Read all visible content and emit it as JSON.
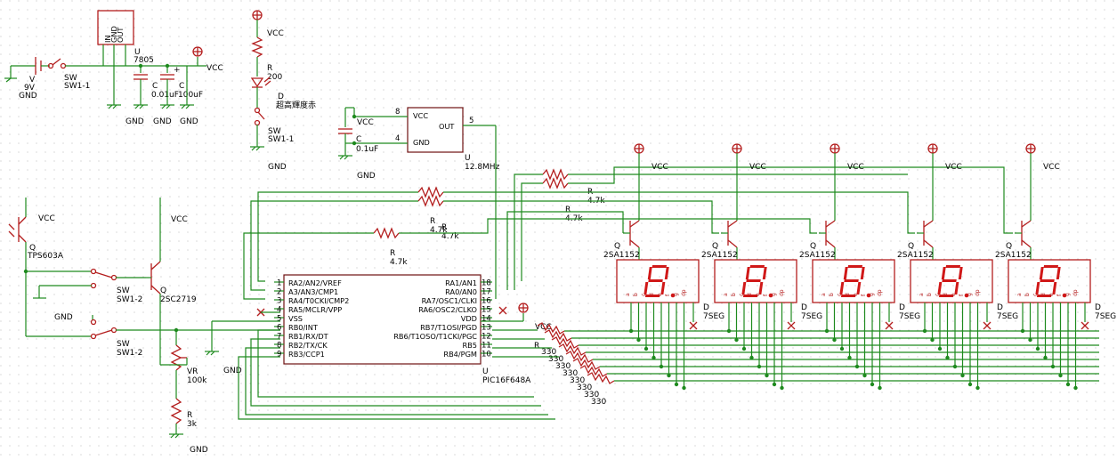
{
  "battery": {
    "ref": "V",
    "value": "9V",
    "gnd": "GND"
  },
  "sw_main": {
    "ref": "SW",
    "value": "SW1-1"
  },
  "regulator": {
    "pins": [
      "IN",
      "GND",
      "OUT"
    ],
    "ref": "U",
    "value": "7805"
  },
  "cap1": {
    "ref": "C",
    "value": "0.01uF"
  },
  "cap2": {
    "ref": "C",
    "value": "100uF"
  },
  "vcc": "VCC",
  "gnd": "GND",
  "led_chain": {
    "res_ref": "R",
    "res_value": "200",
    "led_ref": "D",
    "led_value": "超高輝度赤",
    "sw_ref": "SW",
    "sw_value": "SW1-1"
  },
  "osc": {
    "pin_vcc": "VCC",
    "pin_gnd": "GND",
    "pin_out": "OUT",
    "p8": "8",
    "p4": "4",
    "p5": "5",
    "ref": "U",
    "value": "12.8MHz",
    "cap_ref": "C",
    "cap_value": "0.1uF"
  },
  "photo": {
    "ref": "Q",
    "value": "TPS603A"
  },
  "npn": {
    "ref": "Q",
    "value": "2SC2719"
  },
  "sw12a": {
    "ref": "SW",
    "value": "SW1-2"
  },
  "sw12b": {
    "ref": "SW",
    "value": "SW1-2"
  },
  "vr": {
    "ref": "VR",
    "value": "100k"
  },
  "r3k": {
    "ref": "R",
    "value": "3k"
  },
  "base_res": [
    {
      "ref": "R",
      "value": "4.7k"
    },
    {
      "ref": "R",
      "value": "4.7k"
    },
    {
      "ref": "R",
      "value": "4.7k"
    },
    {
      "ref": "R",
      "value": "4.7k"
    },
    {
      "ref": "R",
      "value": "4.7k"
    }
  ],
  "pic": {
    "ref": "U",
    "value": "PIC16F648A",
    "left_pins": [
      {
        "num": "1",
        "name": "RA2/AN2/VREF"
      },
      {
        "num": "2",
        "name": "A3/AN3/CMP1"
      },
      {
        "num": "3",
        "name": "RA4/T0CKI/CMP2"
      },
      {
        "num": "4",
        "name": "RA5/MCLR/VPP"
      },
      {
        "num": "5",
        "name": "VSS"
      },
      {
        "num": "6",
        "name": "RB0/INT"
      },
      {
        "num": "7",
        "name": "RB1/RX/DT"
      },
      {
        "num": "8",
        "name": "RB2/TX/CK"
      },
      {
        "num": "9",
        "name": "RB3/CCP1"
      }
    ],
    "right_pins": [
      {
        "num": "18",
        "name": "RA1/AN1"
      },
      {
        "num": "17",
        "name": "RA0/AN0"
      },
      {
        "num": "16",
        "name": "RA7/OSC1/CLKI"
      },
      {
        "num": "15",
        "name": "RA6/OSC2/CLKO"
      },
      {
        "num": "14",
        "name": "VDD"
      },
      {
        "num": "13",
        "name": "RB7/T1OSI/PGD"
      },
      {
        "num": "12",
        "name": "RB6/T1OSO/T1CKI/PGC"
      },
      {
        "num": "11",
        "name": "RB5"
      },
      {
        "num": "10",
        "name": "RB4/PGM"
      }
    ]
  },
  "seg_res": {
    "ref": "R",
    "values": [
      "330",
      "330",
      "330",
      "330",
      "330",
      "330",
      "330",
      "330"
    ]
  },
  "digit_tr": {
    "ref": "Q",
    "value": "2SA1152"
  },
  "digit": {
    "ref": "D",
    "value": "7SEG",
    "pins": [
      "a",
      "b",
      "c",
      "d",
      "e",
      "f",
      "g",
      "dp"
    ]
  },
  "digit_count": 5
}
